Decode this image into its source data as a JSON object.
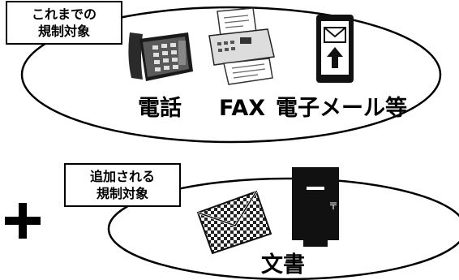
{
  "current_scope": {
    "tag_lines": [
      "これまでの",
      "規制対象"
    ],
    "items": [
      "電話",
      "FAX",
      "電子メール等"
    ],
    "icons": [
      "phone-icon",
      "fax-icon",
      "mobile-mail-icon"
    ]
  },
  "added_scope": {
    "tag_lines": [
      "追加される",
      "規制対象"
    ],
    "items": [
      "文書"
    ],
    "icons": [
      "envelope-icon",
      "mailbox-icon"
    ]
  },
  "plus_sign": "＋",
  "colors": {
    "ink": "#000000",
    "paper": "#ffffff"
  }
}
